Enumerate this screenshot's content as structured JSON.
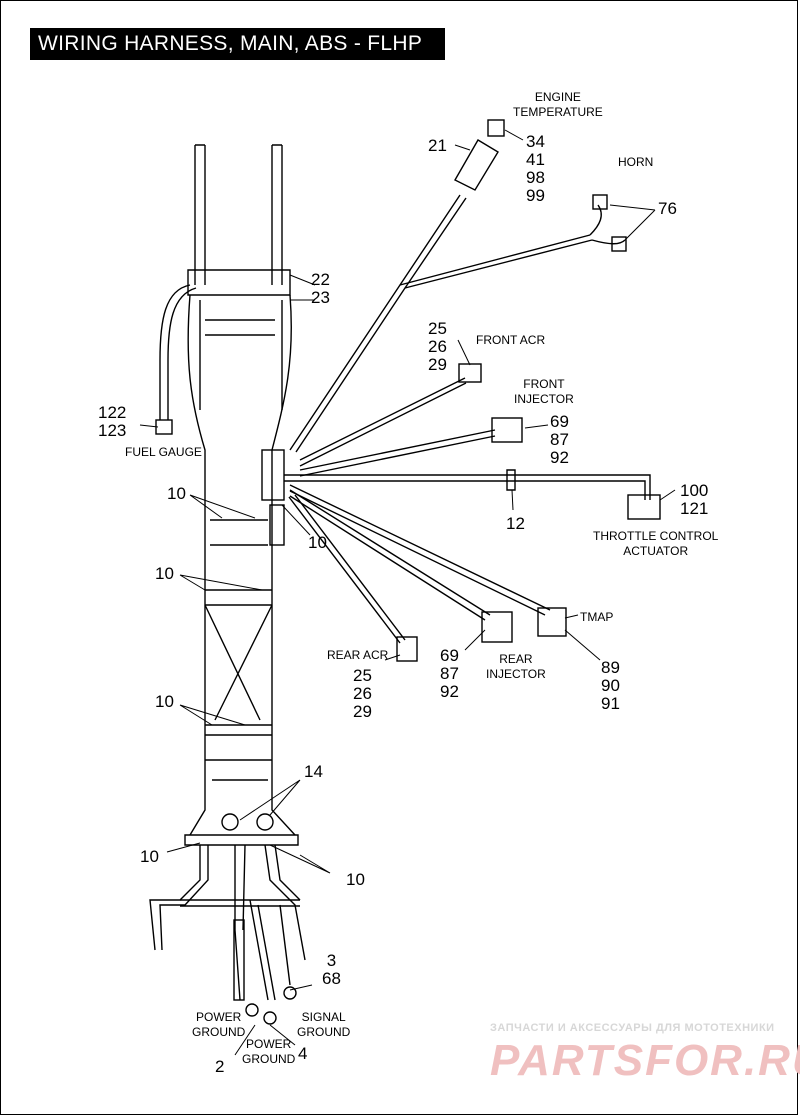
{
  "title": "WIRING HARNESS, MAIN, ABS - FLHP",
  "labels": {
    "engine_temperature": [
      "ENGINE",
      "TEMPERATURE"
    ],
    "horn": "HORN",
    "front_acr": "FRONT ACR",
    "front_injector": [
      "FRONT",
      "INJECTOR"
    ],
    "fuel_gauge": "FUEL GAUGE",
    "throttle_control_actuator": [
      "THROTTLE CONTROL",
      "ACTUATOR"
    ],
    "tmap": "TMAP",
    "rear_acr": "REAR ACR",
    "rear_injector": [
      "REAR",
      "INJECTOR"
    ],
    "power_ground_left": [
      "POWER",
      "GROUND"
    ],
    "power_ground_center": [
      "POWER",
      "GROUND"
    ],
    "signal_ground": [
      "SIGNAL",
      "GROUND"
    ]
  },
  "callouts": {
    "engine_temp_parts": [
      "34",
      "41",
      "98",
      "99"
    ],
    "sensor_housing": "21",
    "horn_part": "76",
    "frame_parts": [
      "22",
      "23"
    ],
    "front_acr_parts": [
      "25",
      "26",
      "29"
    ],
    "front_injector_parts": [
      "69",
      "87",
      "92"
    ],
    "fuel_gauge_parts": [
      "122",
      "123"
    ],
    "tie_top": "10",
    "tie_right": "10",
    "tie_mid": "10",
    "tie_lower": "10",
    "tie_bottom_left": "10",
    "tie_bottom_right": "10",
    "throttle_parts": [
      "100",
      "121"
    ],
    "clip": "12",
    "rear_acr_parts": [
      "25",
      "26",
      "29"
    ],
    "rear_injector_parts": [
      "69",
      "87",
      "92"
    ],
    "tmap_parts": [
      "89",
      "90",
      "91"
    ],
    "holes": "14",
    "signal_parts": [
      "3",
      "68"
    ],
    "power_ground_left_part": "2",
    "power_ground_center_part": "4"
  },
  "watermark": {
    "tagline": "ЗАПЧАСТИ И АКСЕССУАРЫ ДЛЯ МОТОТЕХНИКИ",
    "brand": "PARTSFOR.RU"
  }
}
